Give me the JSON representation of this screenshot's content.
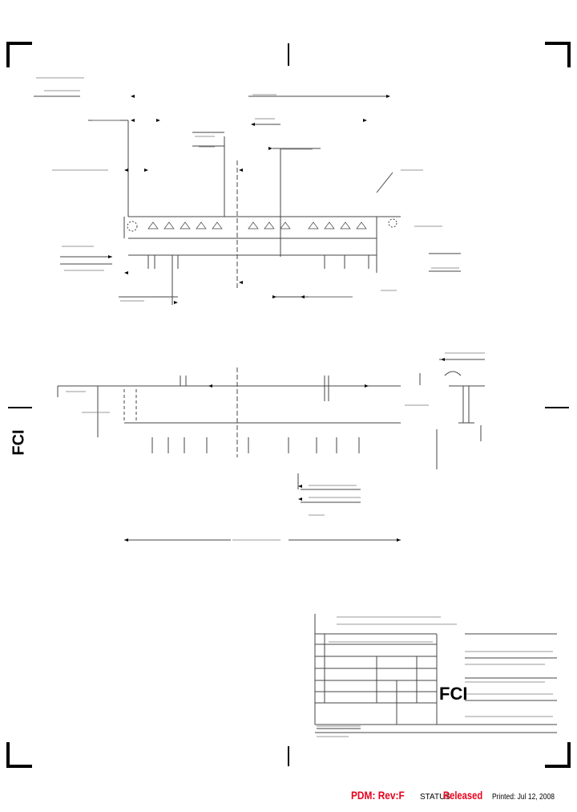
{
  "footer": {
    "pdm": "PDM: Rev:F",
    "status_key": "STATUS",
    "status_value": "Released",
    "printed": "Printed: Jul 12, 2008"
  },
  "drawing": {
    "brand_logo": "FCI",
    "title_block_logo": "FCI"
  }
}
